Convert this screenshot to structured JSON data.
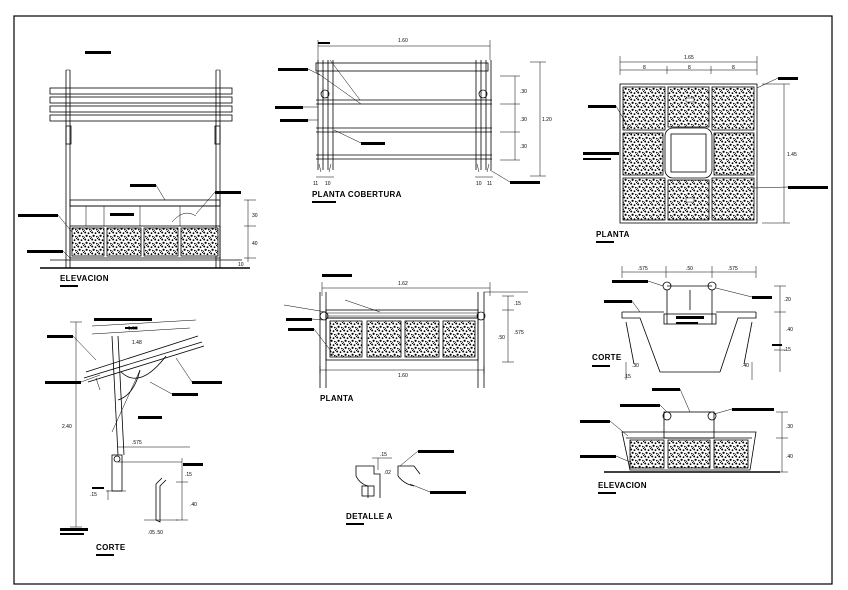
{
  "drawing": {
    "views": {
      "elev_left": "ELEVACION",
      "planta_cobertura": "PLANTA COBERTURA",
      "planta_left": "PLANTA",
      "planta_right": "PLANTA",
      "corte_left": "CORTE",
      "corte_right": "CORTE",
      "elev_right": "ELEVACION",
      "detalle": "DETALLE A"
    },
    "dims": {
      "pc_width": "1.60",
      "pc_r1": ".30",
      "pc_r2": ".30",
      "pc_r3": ".30",
      "pc_total": "1.20",
      "pc_l1": "11",
      "pc_l2": "10",
      "pc_b1": "10",
      "pc_b2": "11",
      "el_h1": "30",
      "el_h2": "40",
      "el_h3": "10",
      "p_width": "1.62",
      "p_r1": ".15",
      "p_r2": ".50",
      "p_r3": ".575",
      "p_bottom": "1.60",
      "pr_width": "1.65",
      "pr_height": "1.45",
      "pr_d1": "8",
      "pr_d2": "8",
      "pr_d3": "8",
      "cr_w1": ".575",
      "cr_w2": ".50",
      "cr_w3": ".575",
      "cr_h1": ".20",
      "cr_h2": ".40",
      "cr_h3": ".15",
      "cr_b1": ".30",
      "cr_b2": ".40",
      "cr_b3": ".15",
      "er_h1": ".30",
      "er_h2": ".40",
      "cl_top1": "1.60",
      "cl_top2": "1.48",
      "cl_h": "2.40",
      "cl_w": ".575",
      "cl_r1": ".15",
      "cl_r2": ".40",
      "cl_b1": ".15",
      "cl_b2": ".05",
      "cl_b3": ".50",
      "da_1": ".15",
      "da_2": ".02"
    }
  }
}
